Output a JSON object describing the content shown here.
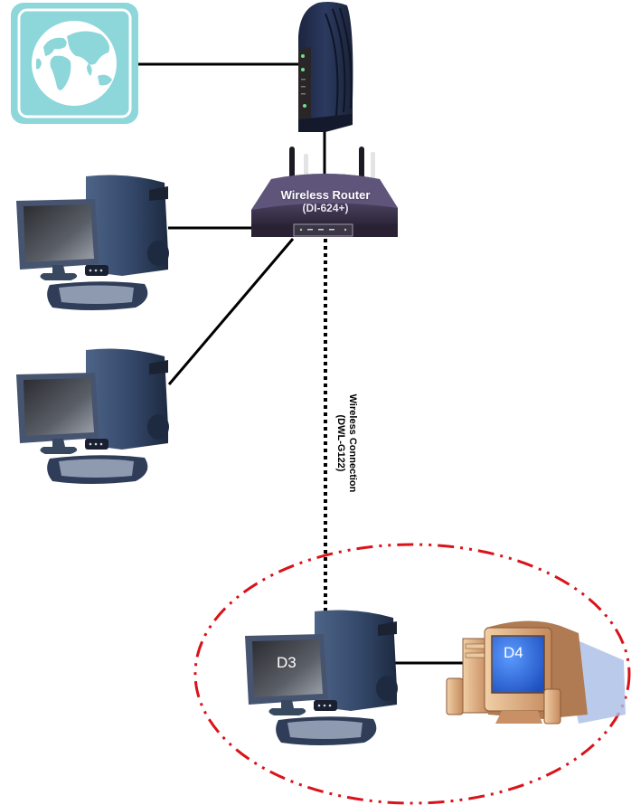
{
  "diagram": {
    "title": "Home wireless network topology",
    "nodes": [
      {
        "id": "internet",
        "label": "",
        "icon": "globe-icon",
        "color": "#8DD6DA"
      },
      {
        "id": "modem",
        "label": "",
        "icon": "cable-modem-icon"
      },
      {
        "id": "router",
        "label": "Wireless Router",
        "model": "(DI-624+)",
        "icon": "wireless-router-icon"
      },
      {
        "id": "pc1",
        "label": "",
        "icon": "desktop-pc-icon"
      },
      {
        "id": "pc2",
        "label": "",
        "icon": "desktop-pc-icon"
      },
      {
        "id": "d3",
        "label": "D3",
        "icon": "desktop-pc-icon"
      },
      {
        "id": "d4",
        "label": "D4",
        "icon": "crt-computer-icon"
      }
    ],
    "links": [
      {
        "from": "internet",
        "to": "modem",
        "style": "solid"
      },
      {
        "from": "modem",
        "to": "router",
        "style": "solid"
      },
      {
        "from": "router",
        "to": "pc1",
        "style": "solid"
      },
      {
        "from": "router",
        "to": "pc2",
        "style": "solid"
      },
      {
        "from": "router",
        "to": "d3",
        "style": "dotted",
        "label": "Wireless Connection",
        "sublabel": "(DWL-G122)"
      },
      {
        "from": "d3",
        "to": "d4",
        "style": "solid"
      }
    ],
    "group": {
      "members": [
        "d3",
        "d4"
      ],
      "style": "dash-dot ellipse",
      "color": "#D9131A"
    },
    "colors": {
      "link": "#000000",
      "globe_bg": "#8DD6DA",
      "router_body": "#4A3F5C",
      "pc_body": "#2E3F5A",
      "crt_body": "#D9A27A",
      "crt_screen": "#2F6FE0",
      "group_outline": "#D9131A"
    }
  }
}
